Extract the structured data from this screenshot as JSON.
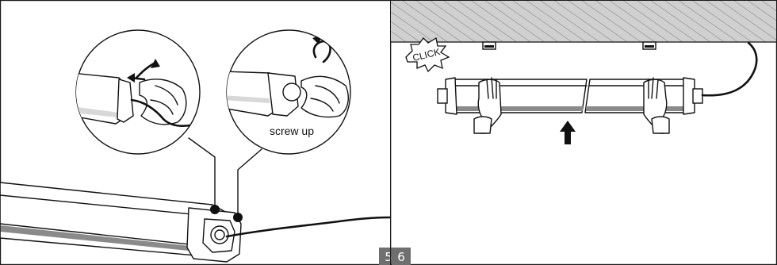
{
  "steps": [
    {
      "number": "5",
      "callout": "screw up"
    },
    {
      "number": "6",
      "callout": "CLICK"
    }
  ],
  "colors": {
    "ink": "#111111",
    "ceiling_hatch": "#9a9a9a",
    "ceiling_fill": "#cfcfcf",
    "badge": "#6f6f6f"
  }
}
